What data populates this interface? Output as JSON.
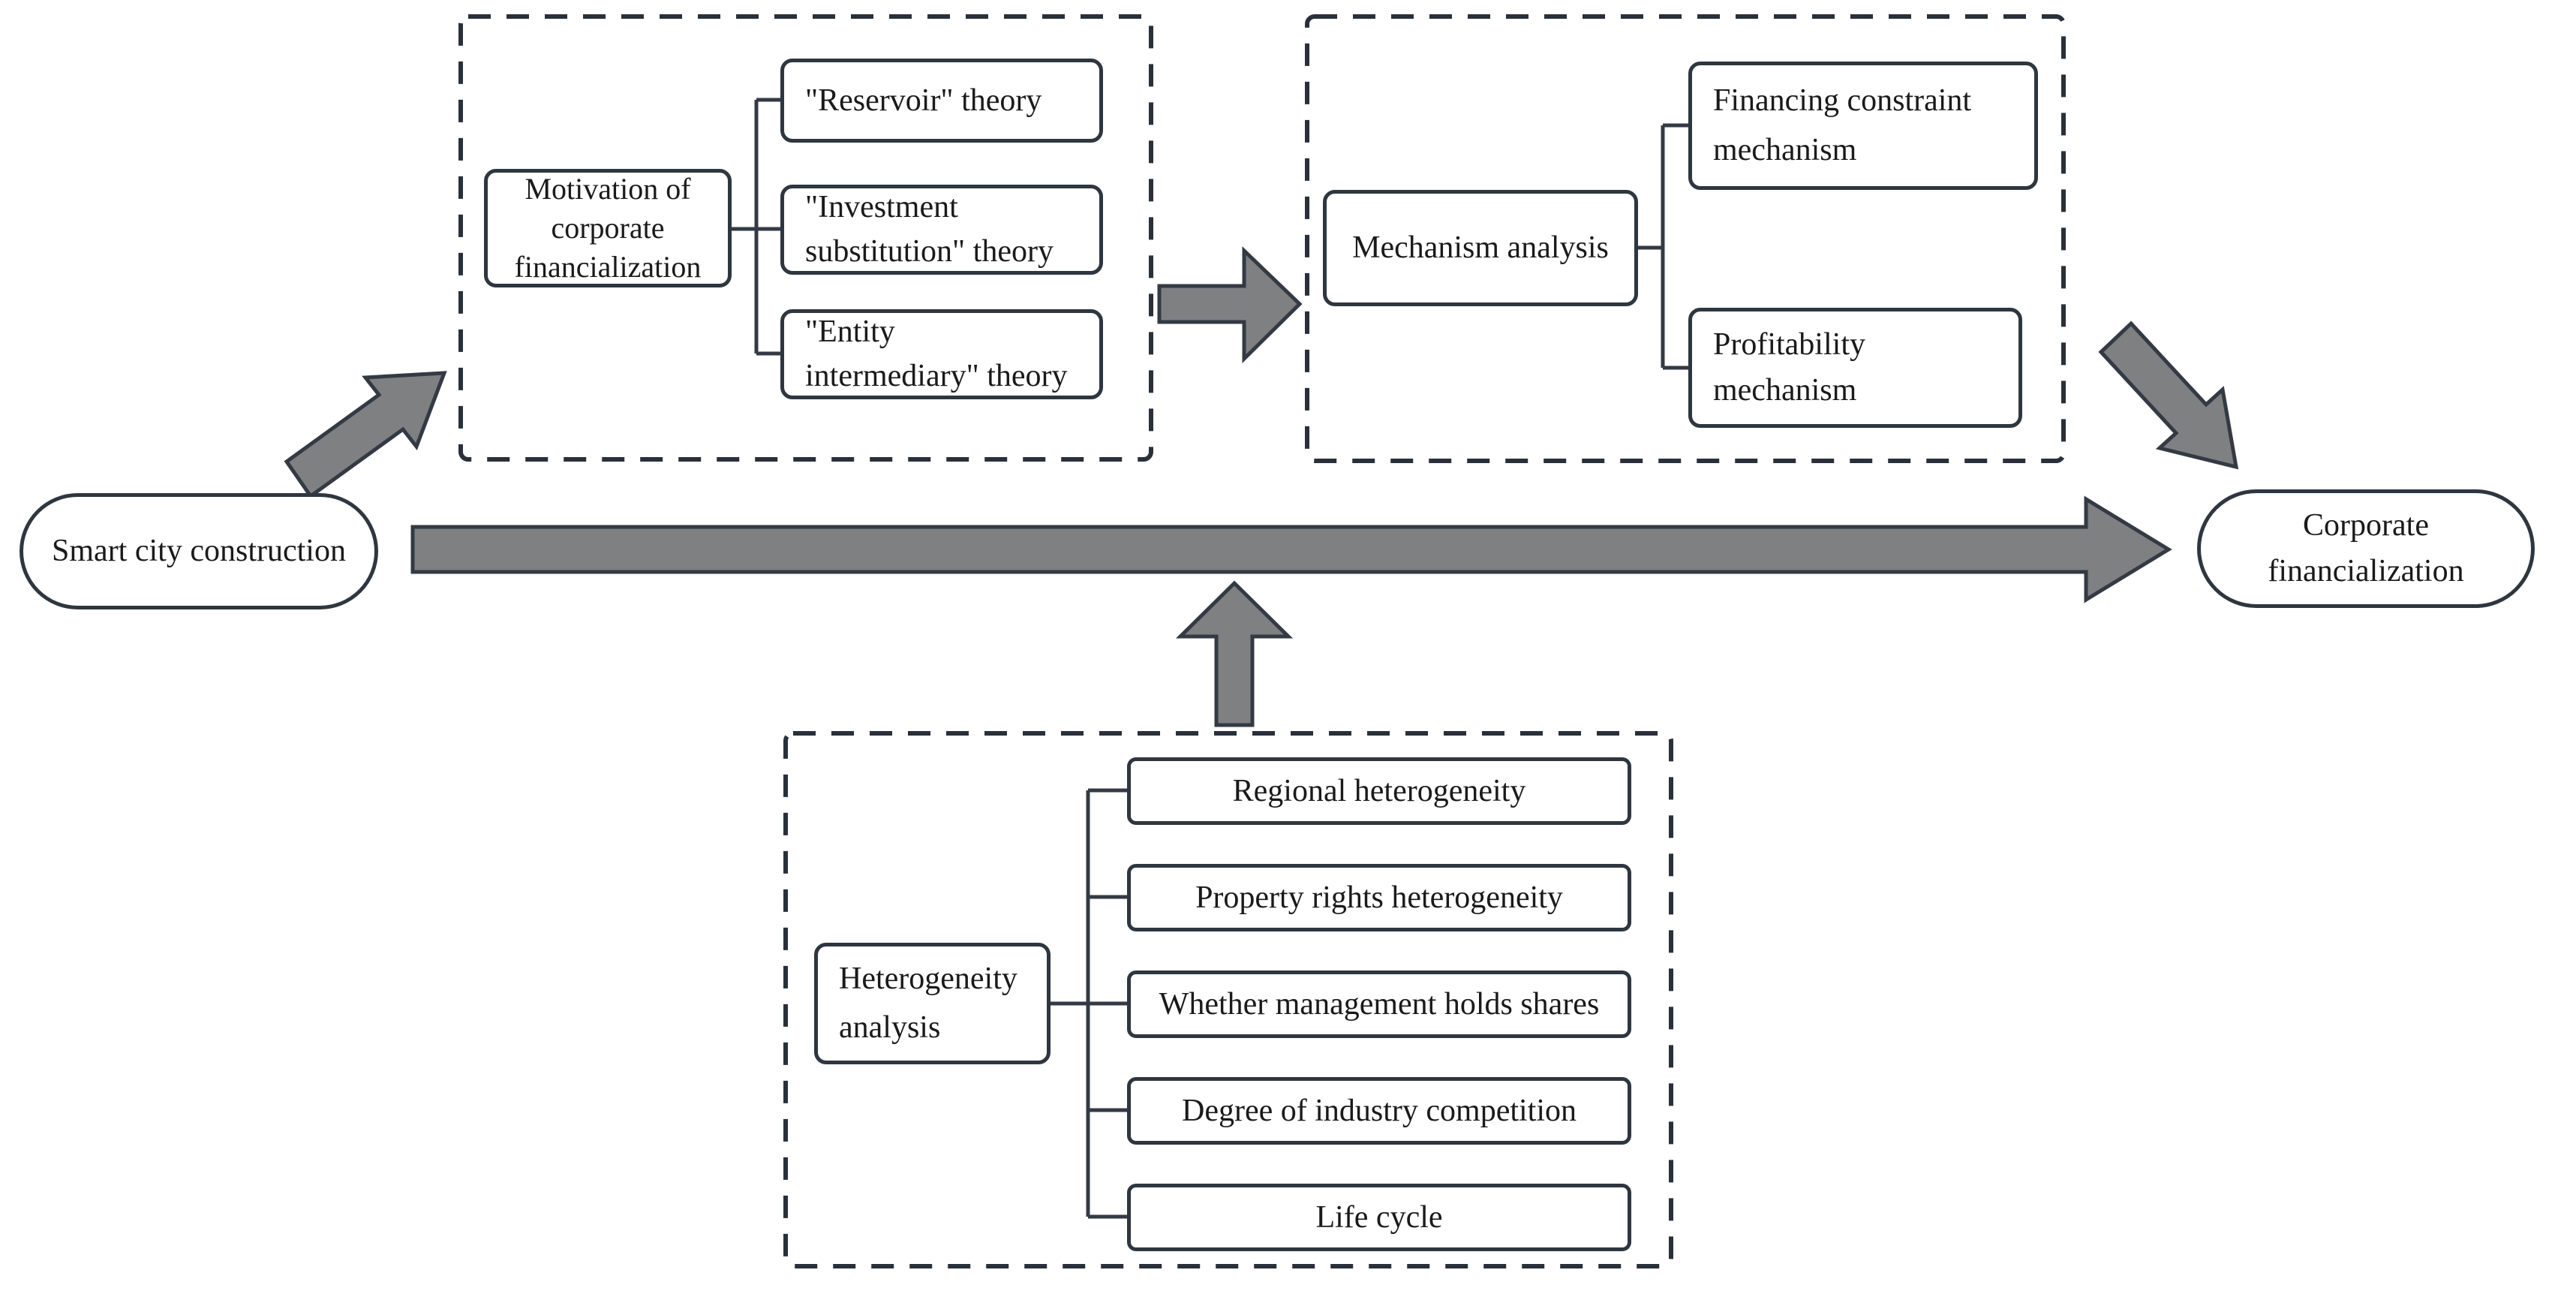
{
  "figure": {
    "left_node": {
      "label": "Smart city construction"
    },
    "right_node": {
      "label": "Corporate\nfinancialization"
    },
    "motivation_group": {
      "parent_label": "Motivation of\ncorporate\nfinancialization",
      "children": [
        "\"Reservoir\" theory",
        "\"Investment\nsubstitution\" theory",
        "\"Entity\nintermediary\" theory"
      ]
    },
    "mechanism_group": {
      "parent_label": "Mechanism analysis",
      "children": [
        "Financing constraint\nmechanism",
        "Profitability mechanism"
      ]
    },
    "heterogeneity_group": {
      "parent_label": "Heterogeneity\nanalysis",
      "children": [
        "Regional heterogeneity",
        "Property rights heterogeneity",
        "Whether management holds shares",
        "Degree of industry competition",
        "Life cycle"
      ]
    },
    "colors": {
      "arrow_fill": "#7e8082",
      "line_stroke": "#333a44",
      "box_border": "#2e3640",
      "dashed_border": "#29303a",
      "text": "#1a1a1a",
      "background": "#ffffff"
    }
  }
}
